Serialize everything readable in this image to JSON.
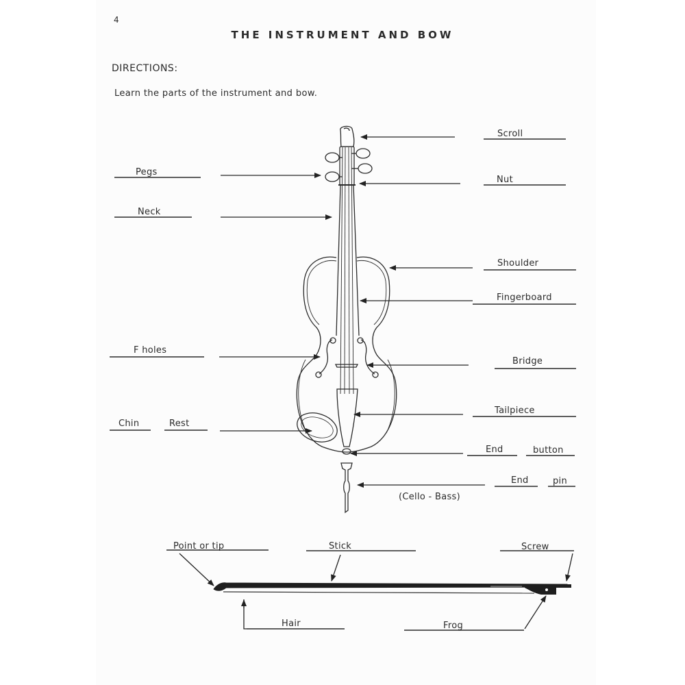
{
  "page_number": "4",
  "title": "THE INSTRUMENT AND BOW",
  "directions_heading": "DIRECTIONS:",
  "instruction": "Learn the parts of the instrument and bow.",
  "instrument_labels": {
    "scroll": "Scroll",
    "pegs": "Pegs",
    "nut": "Nut",
    "neck": "Neck",
    "shoulder": "Shoulder",
    "fingerboard": "Fingerboard",
    "f_holes": "F holes",
    "bridge": "Bridge",
    "tailpiece": "Tailpiece",
    "chin": "Chin",
    "rest": "Rest",
    "end_button_1": "End",
    "end_button_2": "button",
    "end_pin_1": "End",
    "end_pin_2": "pin",
    "cello_bass": "(Cello - Bass)"
  },
  "bow_labels": {
    "point_or_tip": "Point or tip",
    "stick": "Stick",
    "screw": "Screw",
    "hair": "Hair",
    "frog": "Frog"
  }
}
